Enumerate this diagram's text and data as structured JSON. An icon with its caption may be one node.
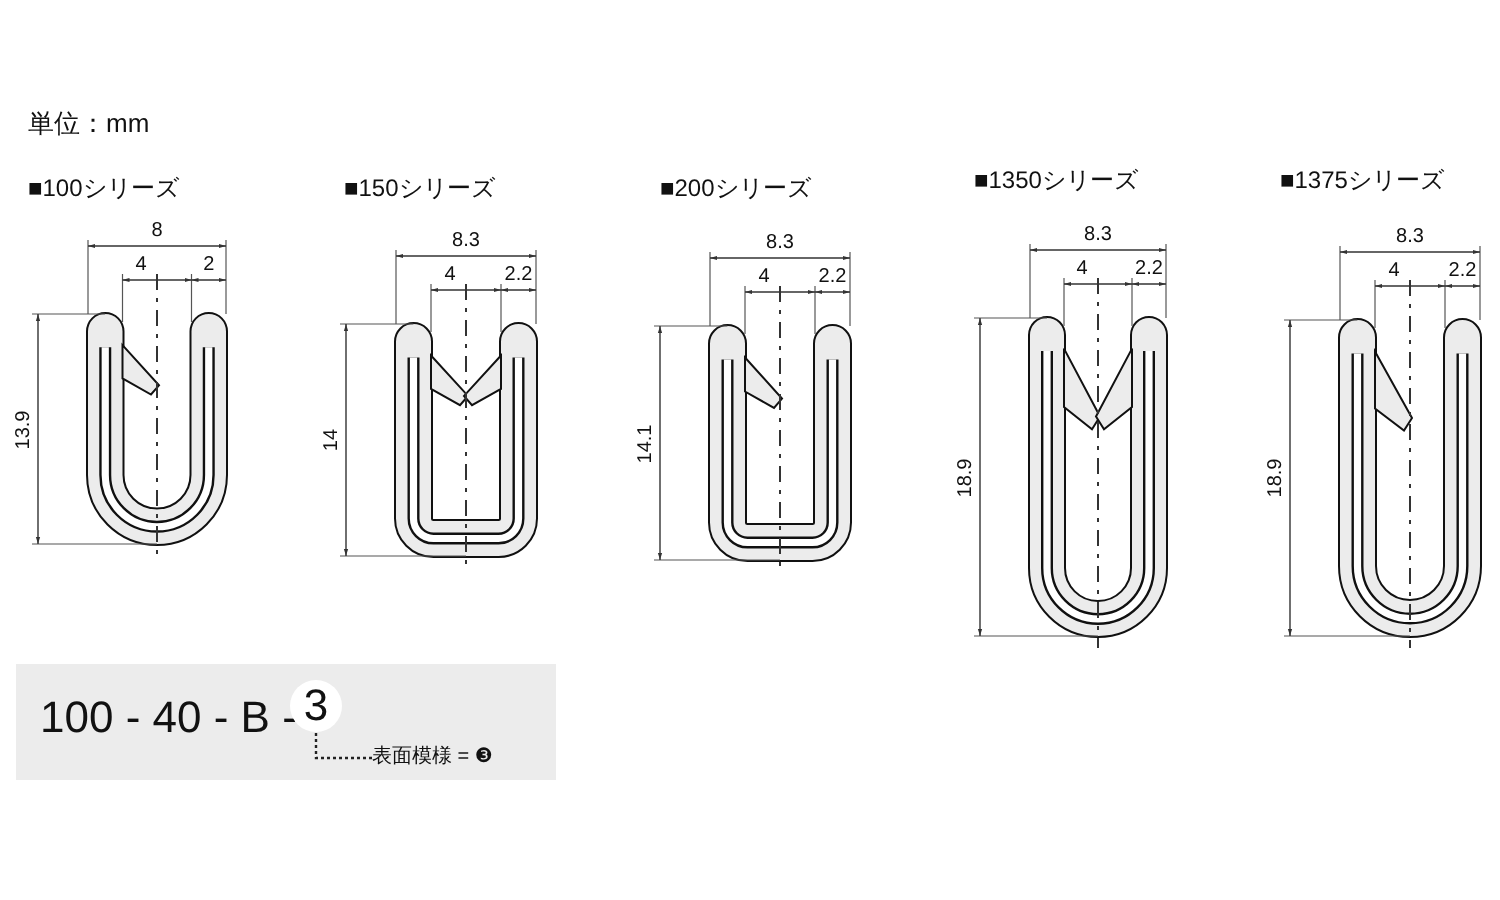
{
  "diagram": {
    "nodes": [
      {
        "text": [
          "100 - 40 - B -"
        ]
      },
      {
        "text": [
          "3"
        ],
        "in": 0
      },
      {
        "text": [
          "表面模様 = ❸"
        ],
        "in": 0
      }
    ],
    "edges": [
      {
        "from": 2,
        "to": 1,
        "arrow": "none",
        "style": "dashed"
      }
    ],
    "labels": [
      "単位：mm",
      "■100シリーズ",
      "8",
      "4",
      "2",
      "13.9",
      "■150シリーズ",
      "8.3",
      "4",
      "2.2",
      "14",
      "■200シリーズ",
      "8.3",
      "4",
      "2.2",
      "14.1",
      "■1350シリーズ",
      "8.3",
      "4",
      "2.2",
      "18.9",
      "■1375シリーズ",
      "8.3",
      "4",
      "2.2",
      "18.9"
    ]
  }
}
